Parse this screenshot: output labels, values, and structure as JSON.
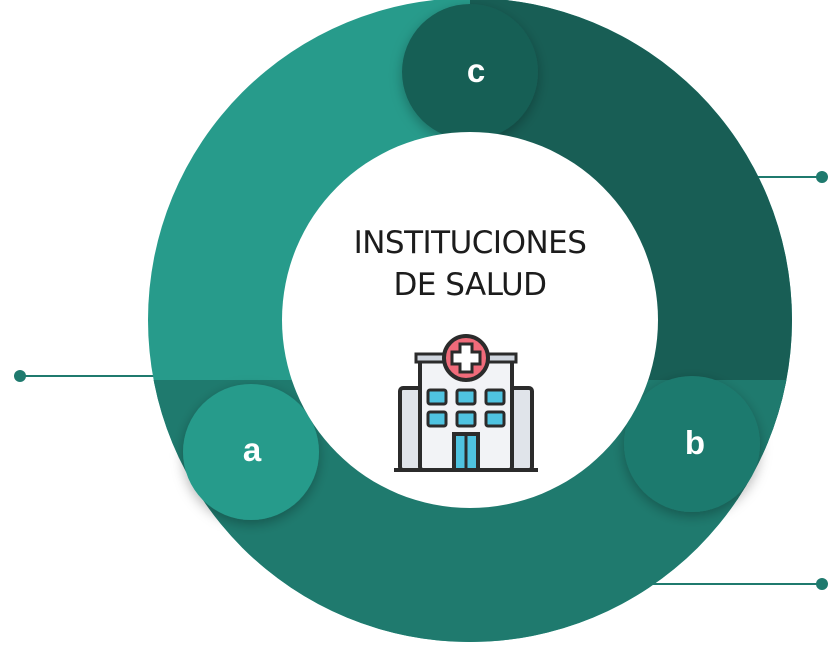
{
  "title": {
    "line1": "INSTITUCIONES",
    "line2": "DE SALUD"
  },
  "segments": [
    {
      "id": "c",
      "label": "c",
      "color": "#185e55"
    },
    {
      "id": "b",
      "label": "b",
      "color": "#1f7a6e"
    },
    {
      "id": "a",
      "label": "a",
      "color": "#279b8b"
    }
  ],
  "connector_color": "#1f7a6e",
  "center_icon": "hospital-building-icon"
}
